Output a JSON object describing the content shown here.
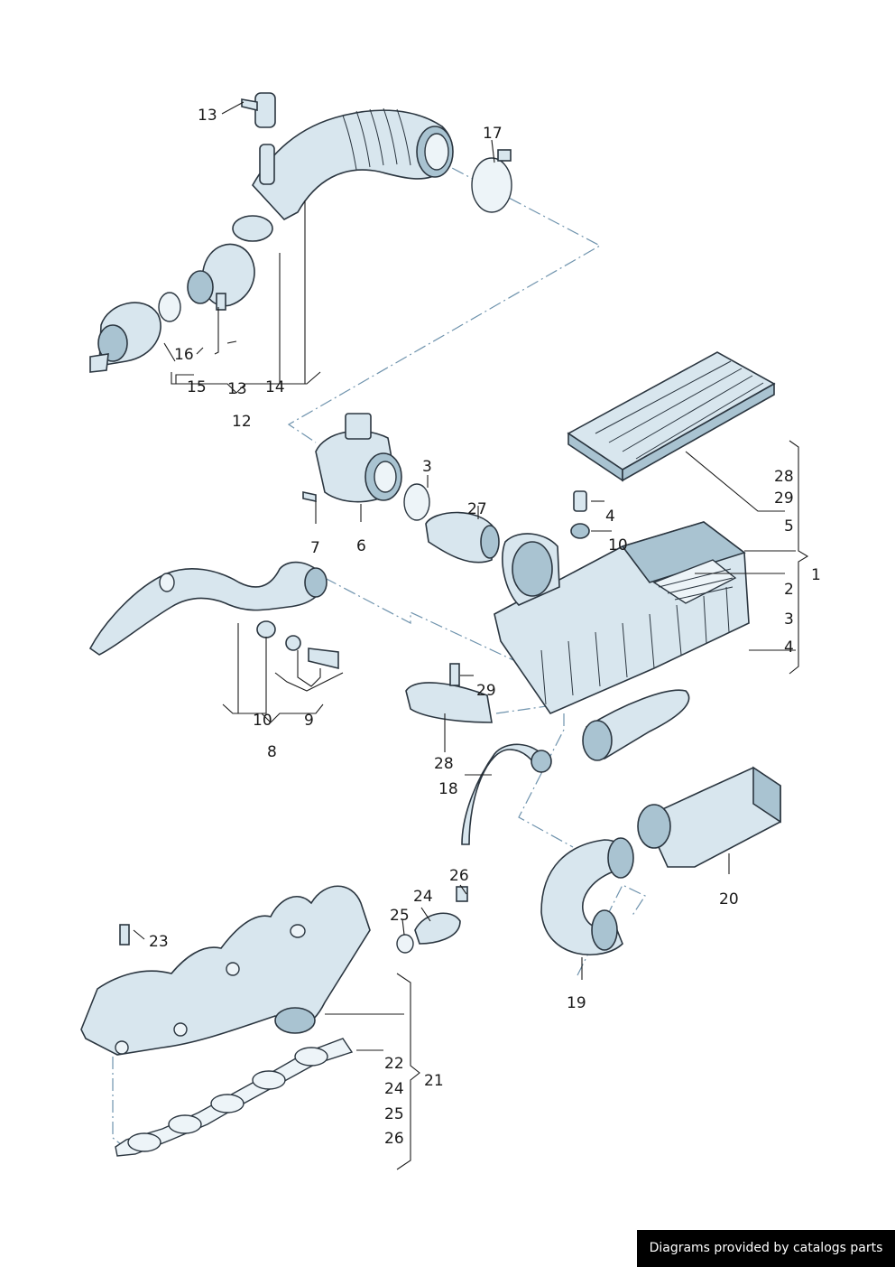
{
  "labels": [
    {
      "id": "l13a",
      "text": "13"
    },
    {
      "id": "l17",
      "text": "17"
    },
    {
      "id": "l16",
      "text": "16"
    },
    {
      "id": "l15",
      "text": "15"
    },
    {
      "id": "l13b",
      "text": "13"
    },
    {
      "id": "l14",
      "text": "14"
    },
    {
      "id": "l12",
      "text": "12"
    },
    {
      "id": "l3",
      "text": "3"
    },
    {
      "id": "l27",
      "text": "27"
    },
    {
      "id": "l7",
      "text": "7"
    },
    {
      "id": "l6",
      "text": "6"
    },
    {
      "id": "l4a",
      "text": "4"
    },
    {
      "id": "l10a",
      "text": "10"
    },
    {
      "id": "l28a",
      "text": "28"
    },
    {
      "id": "l29a",
      "text": "29"
    },
    {
      "id": "l5",
      "text": "5"
    },
    {
      "id": "l1",
      "text": "1"
    },
    {
      "id": "l2",
      "text": "2"
    },
    {
      "id": "l3b",
      "text": "3"
    },
    {
      "id": "l4b",
      "text": "4"
    },
    {
      "id": "l29b",
      "text": "29"
    },
    {
      "id": "l28b",
      "text": "28"
    },
    {
      "id": "l18",
      "text": "18"
    },
    {
      "id": "l10b",
      "text": "10"
    },
    {
      "id": "l9",
      "text": "9"
    },
    {
      "id": "l8",
      "text": "8"
    },
    {
      "id": "l20",
      "text": "20"
    },
    {
      "id": "l26",
      "text": "26"
    },
    {
      "id": "l24",
      "text": "24"
    },
    {
      "id": "l25",
      "text": "25"
    },
    {
      "id": "l23",
      "text": "23"
    },
    {
      "id": "l19",
      "text": "19"
    },
    {
      "id": "l22",
      "text": "22"
    },
    {
      "id": "l24b",
      "text": "24"
    },
    {
      "id": "l25b",
      "text": "25"
    },
    {
      "id": "l26b",
      "text": "26"
    },
    {
      "id": "l21",
      "text": "21"
    }
  ],
  "credit": "Diagrams provided by catalogs parts"
}
